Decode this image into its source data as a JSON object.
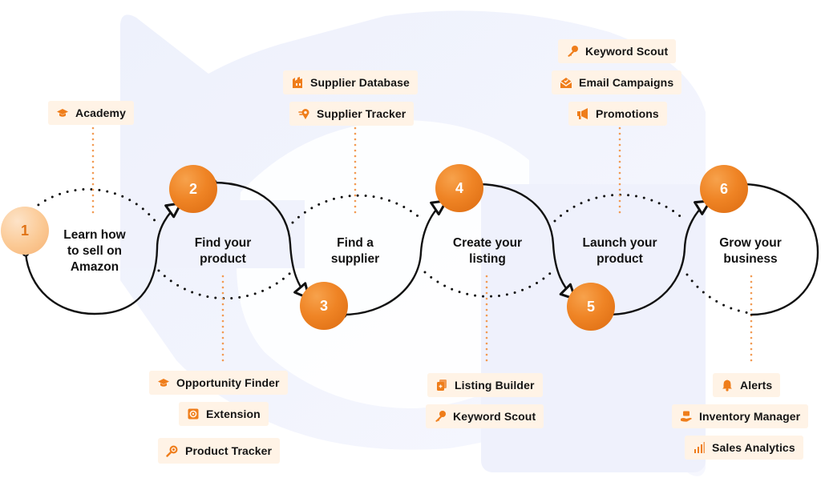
{
  "colors": {
    "accent": "#ef8425",
    "accent_dark": "#db6a10",
    "pill_bg": "#fff3e6",
    "text": "#111111",
    "bg_shape": "#f1f3fd",
    "connector": "#f5a35f"
  },
  "steps": [
    {
      "number": "1",
      "title_lines": [
        "Learn how",
        "to sell on",
        "Amazon"
      ],
      "title": "Learn how to sell on Amazon"
    },
    {
      "number": "2",
      "title_lines": [
        "Find your",
        "product"
      ],
      "title": "Find your product"
    },
    {
      "number": "3",
      "title_lines": [
        "Find a",
        "supplier"
      ],
      "title": "Find a supplier"
    },
    {
      "number": "4",
      "title_lines": [
        "Create your",
        "listing"
      ],
      "title": "Create your listing"
    },
    {
      "number": "5",
      "title_lines": [
        "Launch your",
        "product"
      ],
      "title": "Launch your product"
    },
    {
      "number": "6",
      "title_lines": [
        "Grow your",
        "business"
      ],
      "title": "Grow your business"
    }
  ],
  "tools": {
    "step1": [
      {
        "label": "Academy",
        "icon": "graduation-cap-icon"
      }
    ],
    "step2": [
      {
        "label": "Opportunity Finder",
        "icon": "graduation-cap-icon"
      },
      {
        "label": "Extension",
        "icon": "extension-icon"
      },
      {
        "label": "Product Tracker",
        "icon": "magnifier-icon"
      }
    ],
    "step3": [
      {
        "label": "Supplier Database",
        "icon": "factory-icon"
      },
      {
        "label": "Supplier Tracker",
        "icon": "location-tracker-icon"
      }
    ],
    "step4": [
      {
        "label": "Listing Builder",
        "icon": "document-plus-icon"
      },
      {
        "label": "Keyword Scout",
        "icon": "key-icon"
      }
    ],
    "step5": [
      {
        "label": "Keyword Scout",
        "icon": "key-icon"
      },
      {
        "label": "Email Campaigns",
        "icon": "envelope-icon"
      },
      {
        "label": "Promotions",
        "icon": "megaphone-icon"
      }
    ],
    "step6": [
      {
        "label": "Alerts",
        "icon": "bell-icon"
      },
      {
        "label": "Inventory Manager",
        "icon": "box-hand-icon"
      },
      {
        "label": "Sales Analytics",
        "icon": "bar-chart-icon"
      }
    ]
  }
}
